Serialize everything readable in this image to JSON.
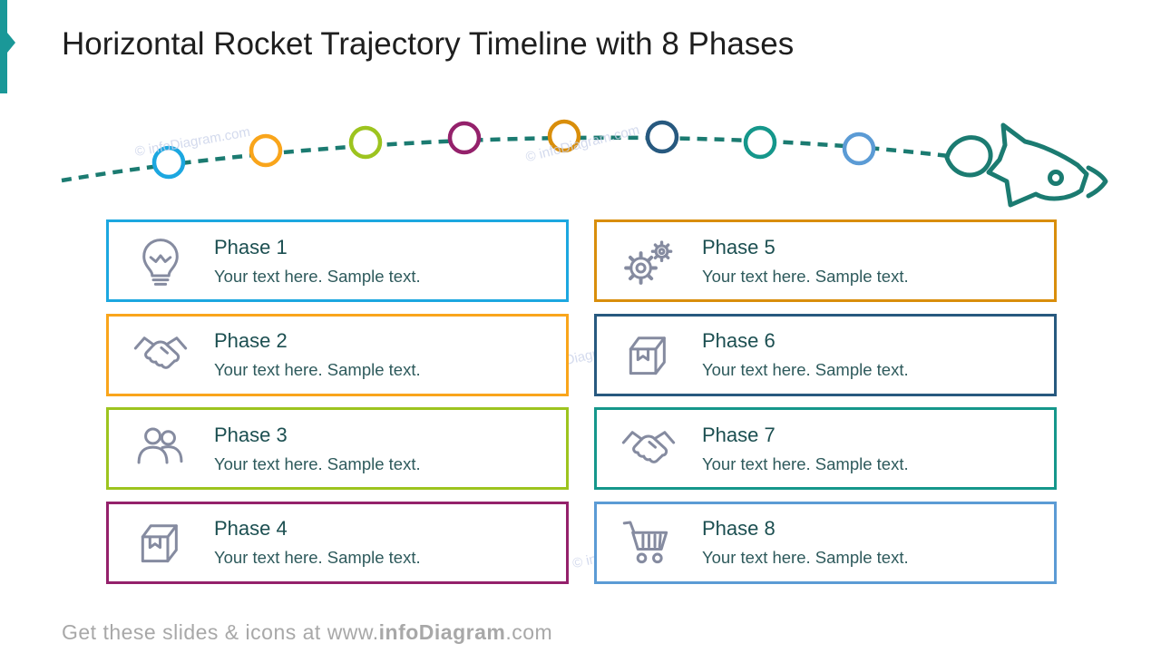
{
  "slide": {
    "title": "Horizontal Rocket Trajectory Timeline with 8 Phases",
    "watermark": "© infoDiagram.com",
    "footer": {
      "prefix": "Get these slides & icons at www.",
      "bold": "infoDiagram",
      "suffix": ".com"
    },
    "accent_color": "#1A9898",
    "trajectory_color": "#1B7B71",
    "icon_color": "#858BA0",
    "heading_color": "#1C4F51",
    "body_color": "#2E5A5C",
    "footer_color": "#A8A8A8",
    "watermark_color": "#C9D1E9"
  },
  "timeline": {
    "node_colors": [
      "#1CA7E0",
      "#F9A51B",
      "#9DC41F",
      "#94216B",
      "#D98E0B",
      "#27597F",
      "#15978B",
      "#5B9BD5"
    ],
    "rocket_icon": "rocket-icon"
  },
  "phases": [
    {
      "label": "Phase 1",
      "text": "Your text here. Sample text.",
      "icon": "lightbulb-icon",
      "color": "#1CA7E0"
    },
    {
      "label": "Phase 2",
      "text": "Your text here. Sample text.",
      "icon": "handshake-icon",
      "color": "#F9A51B"
    },
    {
      "label": "Phase 3",
      "text": "Your text here. Sample text.",
      "icon": "team-icon",
      "color": "#9DC41F"
    },
    {
      "label": "Phase 4",
      "text": "Your text here. Sample text.",
      "icon": "package-icon",
      "color": "#94216B"
    },
    {
      "label": "Phase 5",
      "text": "Your text here. Sample text.",
      "icon": "gears-icon",
      "color": "#D98E0B"
    },
    {
      "label": "Phase 6",
      "text": "Your text here. Sample text.",
      "icon": "package-icon",
      "color": "#27597F"
    },
    {
      "label": "Phase 7",
      "text": "Your text here. Sample text.",
      "icon": "handshake-icon",
      "color": "#15978B"
    },
    {
      "label": "Phase 8",
      "text": "Your text here. Sample text.",
      "icon": "cart-icon",
      "color": "#5B9BD5"
    }
  ]
}
